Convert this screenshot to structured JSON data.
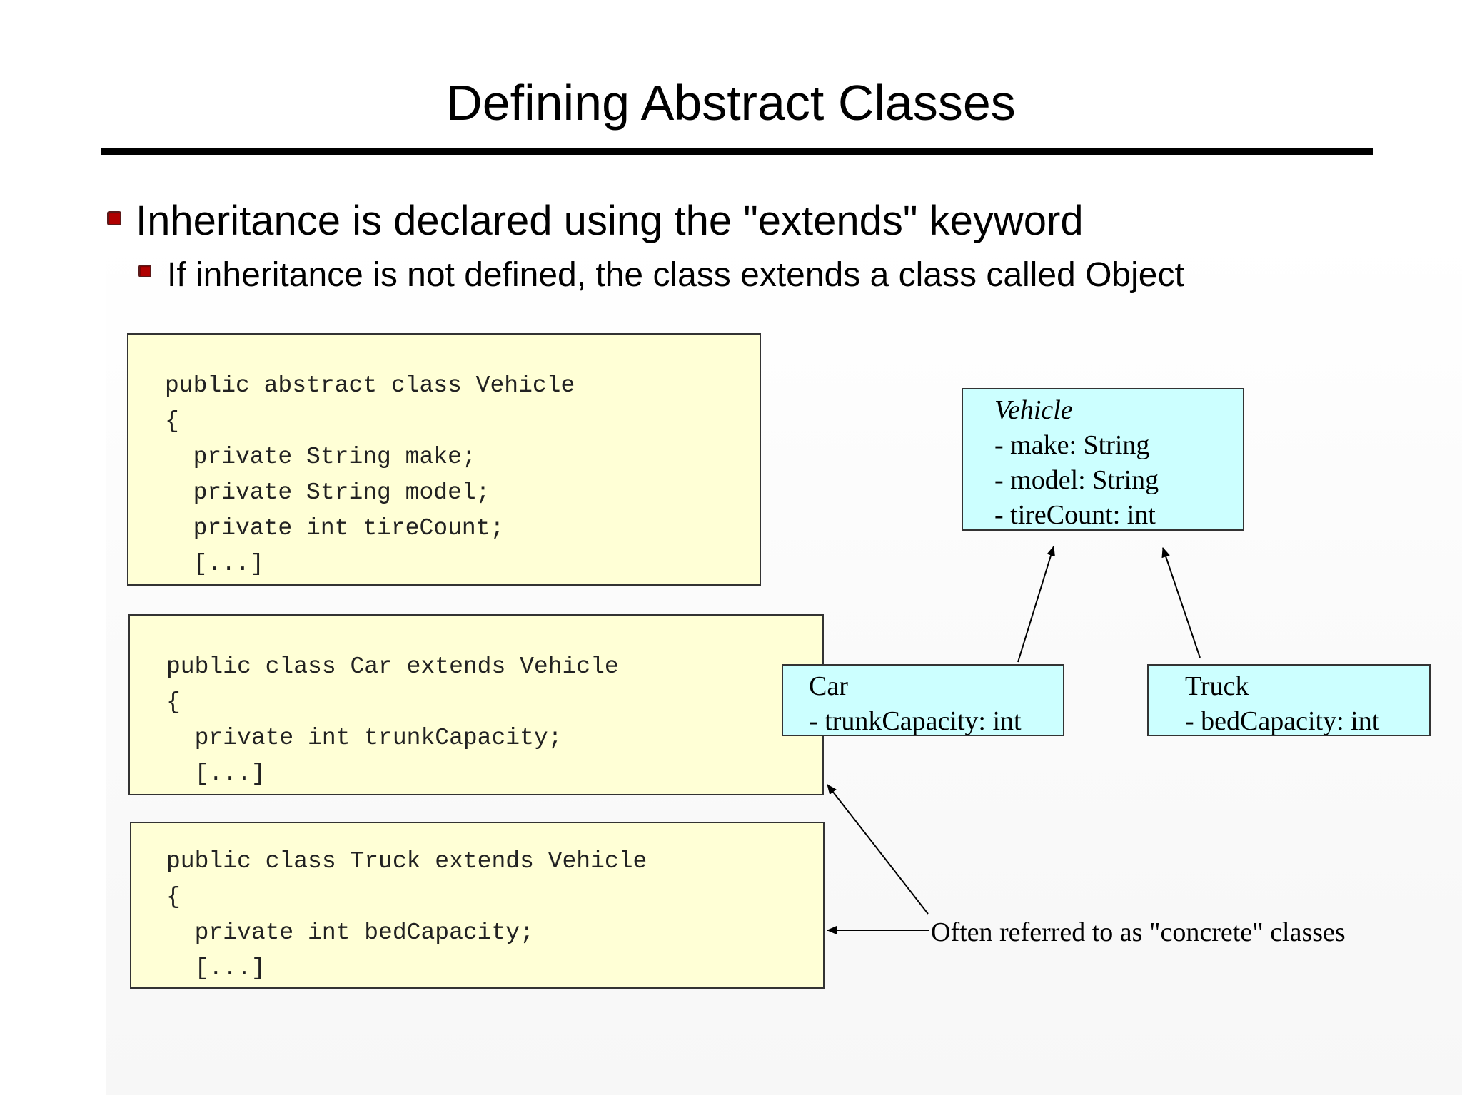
{
  "slide": {
    "title": "Defining Abstract Classes",
    "bullets": [
      "Inheritance is declared using the \"extends\" keyword",
      "If inheritance is not defined, the class extends a class called Object"
    ]
  },
  "code_blocks": {
    "vehicle": [
      "public abstract class Vehicle",
      "{",
      "  private String make;",
      "  private String model;",
      "  private int tireCount;",
      "  [...]"
    ],
    "car": [
      "public class Car extends Vehicle",
      "{",
      "  private int trunkCapacity;",
      "  [...]"
    ],
    "truck": [
      "public class Truck extends Vehicle",
      "{",
      "  private int bedCapacity;",
      "  [...]"
    ]
  },
  "uml": {
    "vehicle": {
      "name": "Vehicle",
      "attrs": [
        "- make: String",
        "- model: String",
        "- tireCount: int"
      ]
    },
    "car": {
      "name": "Car",
      "attrs": [
        "- trunkCapacity: int"
      ]
    },
    "truck": {
      "name": "Truck",
      "attrs": [
        "- bedCapacity: int"
      ]
    }
  },
  "annotation": "Often referred to as \"concrete\" classes",
  "colors": {
    "code_bg": "#ffffd6",
    "uml_bg": "#ccffff",
    "bullet": "#b00000"
  }
}
